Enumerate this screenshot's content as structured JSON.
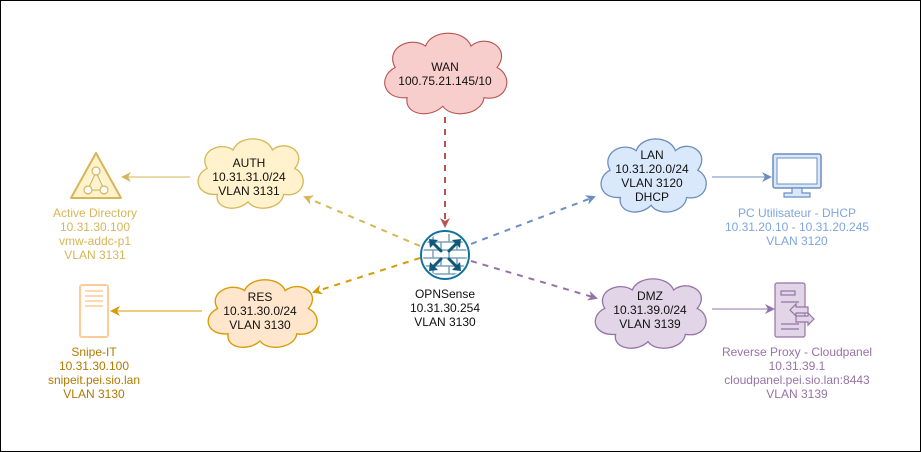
{
  "colors": {
    "wan_fill": "#f8cecc",
    "wan_stroke": "#b85450",
    "wan_arrow": "#b85450",
    "auth_fill": "#fff2cc",
    "auth_stroke": "#d6b656",
    "auth_arrow": "#d6b656",
    "res_fill": "#ffe6cc",
    "res_stroke": "#d79b00",
    "res_arrow": "#d79b00",
    "lan_fill": "#dae8fc",
    "lan_stroke": "#6c8ebf",
    "lan_arrow": "#6c8ebf",
    "dmz_fill": "#e1d5e7",
    "dmz_stroke": "#9673a6",
    "dmz_arrow": "#9673a6",
    "ad_text": "#d6b656",
    "snipe_text": "#b07a00",
    "pc_text": "#7ea6e0",
    "proxy_text": "#9673a6",
    "firewall": "#10739e"
  },
  "nodes": {
    "wan": {
      "lines": [
        "WAN",
        "100.75.21.145/10"
      ]
    },
    "auth": {
      "lines": [
        "AUTH",
        "10.31.31.0/24",
        "VLAN 3131"
      ]
    },
    "res": {
      "lines": [
        "RES",
        "10.31.30.0/24",
        "VLAN 3130"
      ]
    },
    "lan": {
      "lines": [
        "LAN",
        "10.31.20.0/24",
        "VLAN 3120",
        "DHCP"
      ]
    },
    "dmz": {
      "lines": [
        "DMZ",
        "10.31.39.0/24",
        "VLAN 3139"
      ]
    },
    "opnsense": {
      "icon": "firewall-icon",
      "lines": [
        "OPNSense",
        "10.31.30.254",
        "VLAN 3130"
      ]
    },
    "active_directory": {
      "icon": "active-directory-icon",
      "lines": [
        "Active Directory",
        "10.31.30.100",
        "vmw-addc-p1",
        "VLAN 3131"
      ]
    },
    "snipe_it": {
      "icon": "server-icon",
      "lines": [
        "Snipe-IT",
        "10.31.30.100",
        "snipeit.pei.sio.lan",
        "VLAN 3130"
      ]
    },
    "pc": {
      "icon": "monitor-icon",
      "lines": [
        "PC Utilisateur - DHCP",
        "10.31.20.10 - 10.31.20.245",
        "VLAN 3120"
      ]
    },
    "reverse_proxy": {
      "icon": "proxy-server-icon",
      "lines": [
        "Reverse Proxy - Cloudpanel",
        "10.31.39.1",
        "cloudpanel.pei.sio.lan:8443",
        "VLAN 3139"
      ]
    }
  },
  "edges": [
    {
      "from": "wan",
      "to": "opnsense",
      "style": "dashed"
    },
    {
      "from": "opnsense",
      "to": "auth",
      "style": "dashed"
    },
    {
      "from": "opnsense",
      "to": "res",
      "style": "dashed"
    },
    {
      "from": "opnsense",
      "to": "lan",
      "style": "dashed"
    },
    {
      "from": "opnsense",
      "to": "dmz",
      "style": "dashed"
    },
    {
      "from": "auth",
      "to": "active_directory",
      "style": "solid"
    },
    {
      "from": "res",
      "to": "snipe_it",
      "style": "solid"
    },
    {
      "from": "lan",
      "to": "pc",
      "style": "solid"
    },
    {
      "from": "dmz",
      "to": "reverse_proxy",
      "style": "solid"
    }
  ]
}
